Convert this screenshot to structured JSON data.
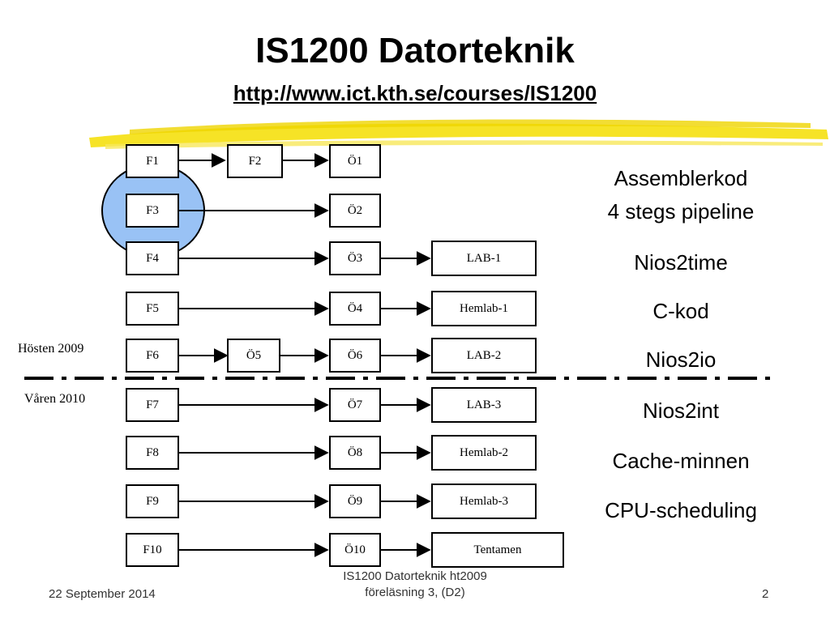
{
  "title": "IS1200 Datorteknik",
  "url": "http://www.ict.kth.se/courses/IS1200",
  "semester_autumn": "Hösten 2009",
  "semester_spring": "Våren 2010",
  "rows": [
    {
      "f": "F1",
      "mid": "F2",
      "o": "Ö1",
      "lab": ""
    },
    {
      "f": "F3",
      "mid": "",
      "o": "Ö2",
      "lab": ""
    },
    {
      "f": "F4",
      "mid": "",
      "o": "Ö3",
      "lab": "LAB-1"
    },
    {
      "f": "F5",
      "mid": "",
      "o": "Ö4",
      "lab": "Hemlab-1"
    },
    {
      "f": "F6",
      "mid": "Ö5",
      "o": "Ö6",
      "lab": "LAB-2"
    },
    {
      "f": "F7",
      "mid": "",
      "o": "Ö7",
      "lab": "LAB-3"
    },
    {
      "f": "F8",
      "mid": "",
      "o": "Ö8",
      "lab": "Hemlab-2"
    },
    {
      "f": "F9",
      "mid": "",
      "o": "Ö9",
      "lab": "Hemlab-3"
    },
    {
      "f": "F10",
      "mid": "",
      "o": "Ö10",
      "lab": "Tentamen"
    }
  ],
  "topics": {
    "t1": "Assemblerkod",
    "t2": "4 stegs pipeline",
    "t3": "Nios2time",
    "t4": "C-kod",
    "t5": "Nios2io",
    "t6": "Nios2int",
    "t7": "Cache-minnen",
    "t8": "CPU-scheduling"
  },
  "footer": {
    "date": "22 September 2014",
    "center_line1": "IS1200 Datorteknik ht2009",
    "center_line2": "föreläsning 3, (D2)",
    "page": "2"
  },
  "colors": {
    "highlight_fill": "#99c2f5",
    "brush_yellow": "#f5e11a",
    "divider": "#000000"
  }
}
